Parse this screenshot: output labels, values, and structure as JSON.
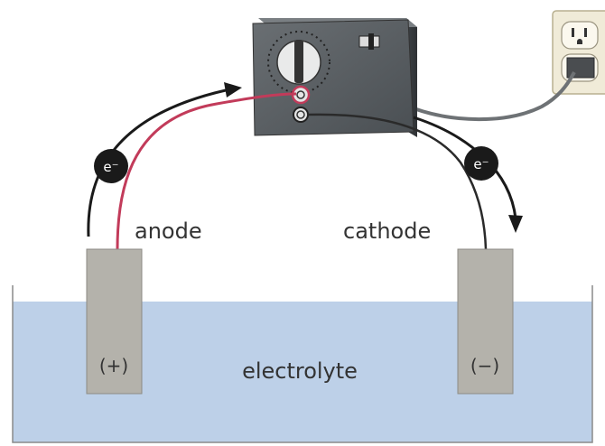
{
  "labels": {
    "anode": "anode",
    "cathode": "cathode",
    "electrolyte": "electrolyte",
    "anode_sign": "(+)",
    "cathode_sign": "(−)",
    "electron_left": "e⁻",
    "electron_right": "e⁻"
  },
  "colors": {
    "electrolyte": "#bdd0e8",
    "electrode": "#b4b2ab",
    "power_supply": "#555a5e",
    "positive_wire": "#c23b5a",
    "negative_wire": "#2a2a2a",
    "electron": "#1a1a1a"
  }
}
